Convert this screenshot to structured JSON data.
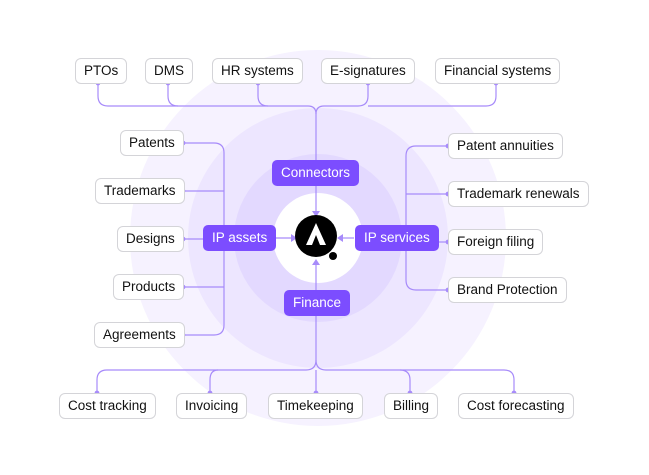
{
  "colors": {
    "accent": "#7c4dff",
    "connector_line": "#a78bfa",
    "ring_outer": "#f6f2ff",
    "ring_mid": "#ede6ff",
    "ring_inner": "#e3d9ff",
    "center": "#ffffff",
    "logo": "#000000"
  },
  "logo_icon": "triangle-dot-logo-icon",
  "hubs": {
    "connectors": "Connectors",
    "ip_assets": "IP assets",
    "ip_services": "IP services",
    "finance": "Finance"
  },
  "connectors": {
    "items": [
      "PTOs",
      "DMS",
      "HR systems",
      "E-signatures",
      "Financial systems"
    ]
  },
  "ip_assets": {
    "items": [
      "Patents",
      "Trademarks",
      "Designs",
      "Products",
      "Agreements"
    ]
  },
  "ip_services": {
    "items": [
      "Patent annuities",
      "Trademark renewals",
      "Foreign filing",
      "Brand Protection"
    ]
  },
  "finance": {
    "items": [
      "Cost tracking",
      "Invoicing",
      "Timekeeping",
      "Billing",
      "Cost forecasting"
    ]
  }
}
